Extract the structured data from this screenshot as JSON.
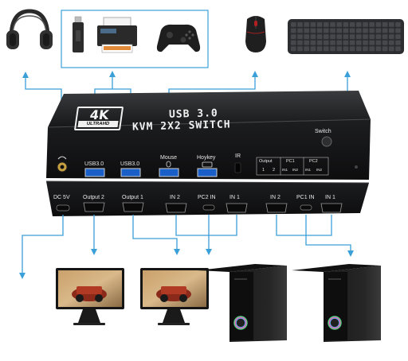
{
  "device": {
    "badge_main": "4K",
    "badge_sub": "ULTRAHD",
    "title_line1": "USB 3.0",
    "title_line2": "KVM 2X2 SWITCH",
    "switch_label": "Switch"
  },
  "front_ports": {
    "usb_a": "USB3.0",
    "usb_b": "USB3.0",
    "mouse": "Mouse",
    "hotkey": "Hoykey",
    "ir": "IR",
    "output": "Output",
    "pc1": "PC1",
    "pc2": "PC2",
    "out_1": "1",
    "out_2": "2",
    "pc1_in1": "IN1",
    "pc1_in2": "IN2",
    "pc2_in1": "IN1",
    "pc2_in2": "IN2"
  },
  "rear_ports": {
    "dc": "DC 5V",
    "output2": "Output 2",
    "output1": "Output 1",
    "a_in2": "IN 2",
    "a_pc2in": "PC2 IN",
    "a_in1": "IN 1",
    "b_in2": "IN 2",
    "b_pc1in": "PC1 IN",
    "b_in1": "IN 1"
  },
  "colors": {
    "arrow": "#3b9fd8",
    "device_body": "#1c1c1e",
    "label_text": "#e8e8e8"
  },
  "icons": {
    "headphones": "headphones-icon",
    "usb_stick": "usb-flash-drive-icon",
    "printer": "printer-icon",
    "gamepad": "gamepad-icon",
    "mouse": "mouse-icon",
    "keyboard": "keyboard-icon",
    "monitor": "monitor-icon",
    "pc_tower": "pc-tower-icon"
  }
}
